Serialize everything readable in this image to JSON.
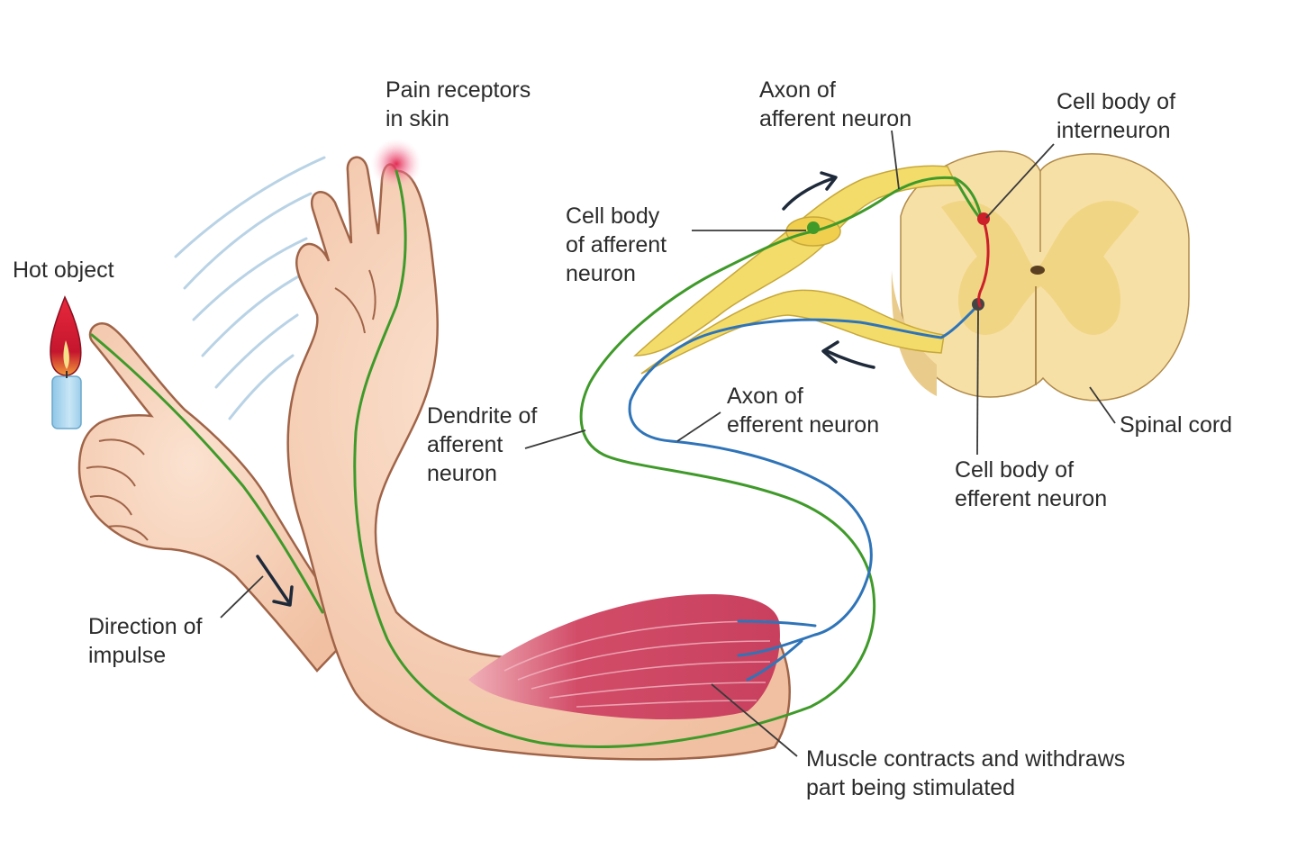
{
  "colors": {
    "skin": "#f7d2ba",
    "skin_shade": "#e4a888",
    "skin_outline": "#a06448",
    "muscle": "#d45a72",
    "afferent_nerve": "#3f9a2a",
    "efferent_nerve": "#2f74b8",
    "interneuron": "#cc1f2a",
    "nerve_root": "#f3dc6a",
    "spinal_white": "#fbecbf",
    "spinal_gray": "#efd27e",
    "flame": "#d8223a",
    "candle": "#a9d6ee",
    "motion_lines": "#b9d3e6",
    "label_text": "#2b2b2b",
    "leader_line": "#3a3a3a"
  },
  "icons": {
    "hot_object": "candle-flame-icon",
    "impulse_arrow": "arrow-icon",
    "pain_receptor": "glow-dot-icon"
  },
  "labels": {
    "hot_object": {
      "lines": [
        "Hot object"
      ]
    },
    "pain_receptors": {
      "lines": [
        "Pain receptors",
        "in skin"
      ]
    },
    "axon_afferent": {
      "lines": [
        "Axon of",
        "afferent neuron"
      ]
    },
    "cell_body_interneuron": {
      "lines": [
        "Cell body of",
        "interneuron"
      ]
    },
    "cell_body_afferent": {
      "lines": [
        "Cell body",
        "of afferent",
        "neuron"
      ]
    },
    "dendrite_afferent": {
      "lines": [
        "Dendrite of",
        "afferent",
        "neuron"
      ]
    },
    "axon_efferent": {
      "lines": [
        "Axon of",
        "efferent neuron"
      ]
    },
    "spinal_cord": {
      "lines": [
        "Spinal cord"
      ]
    },
    "cell_body_efferent": {
      "lines": [
        "Cell body of",
        "efferent neuron"
      ]
    },
    "direction_impulse": {
      "lines": [
        "Direction of",
        "impulse"
      ]
    },
    "muscle_contracts": {
      "lines": [
        "Muscle contracts and withdraws",
        "part being stimulated"
      ]
    }
  }
}
